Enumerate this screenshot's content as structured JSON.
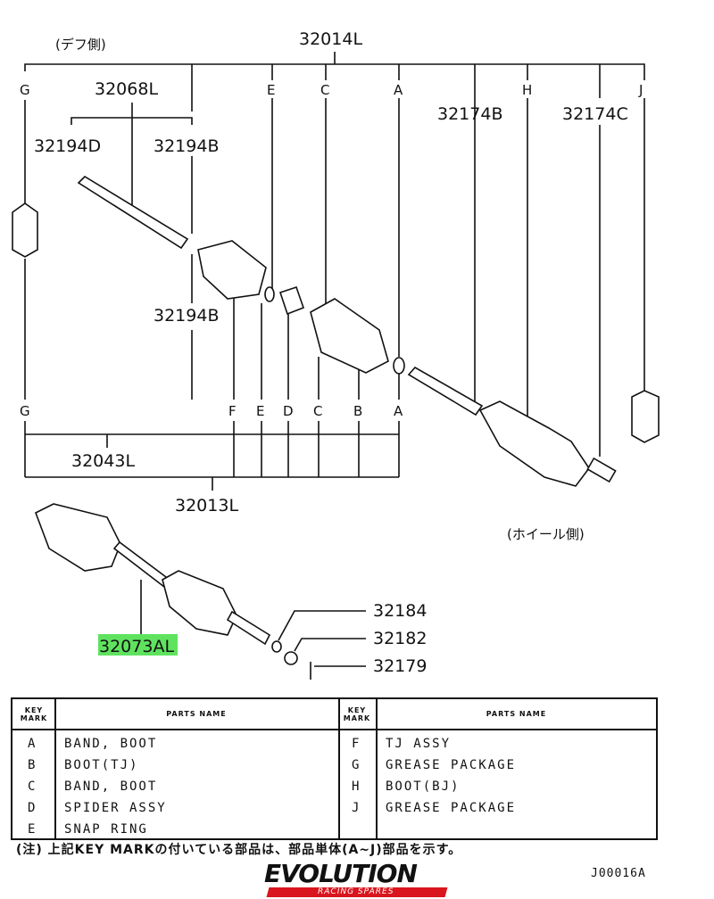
{
  "diagram": {
    "side_diff": "(デフ側)",
    "side_wheel": "(ホイール側)",
    "parts": {
      "p32014L": "32014L",
      "p32068L": "32068L",
      "p32194D": "32194D",
      "p32194B_top": "32194B",
      "p32194B_mid": "32194B",
      "p32174B": "32174B",
      "p32174C": "32174C",
      "p32043L": "32043L",
      "p32013L": "32013L",
      "p32073A": "32073A",
      "p32073A_suffix": "L",
      "p32184": "32184",
      "p32182": "32182",
      "p32179": "32179"
    },
    "top_keys": {
      "g": "G",
      "e": "E",
      "c": "C",
      "a": "A",
      "h": "H",
      "j": "J"
    },
    "bottom_keys": {
      "g": "G",
      "f": "F",
      "e": "E",
      "d": "D",
      "c": "C",
      "b": "B",
      "a": "A"
    },
    "highlight_color": "#5fe35f"
  },
  "table": {
    "header_key": "KEY MARK",
    "header_name": "PARTS NAME",
    "left": [
      {
        "key": "A",
        "name": "BAND, BOOT"
      },
      {
        "key": "B",
        "name": "BOOT(TJ)"
      },
      {
        "key": "C",
        "name": "BAND, BOOT"
      },
      {
        "key": "D",
        "name": "SPIDER ASSY"
      },
      {
        "key": "E",
        "name": "SNAP RING"
      }
    ],
    "right": [
      {
        "key": "F",
        "name": "TJ ASSY"
      },
      {
        "key": "G",
        "name": "GREASE PACKAGE"
      },
      {
        "key": "H",
        "name": "BOOT(BJ)"
      },
      {
        "key": "J",
        "name": "GREASE PACKAGE"
      }
    ]
  },
  "footnote": "(注) 上記KEY MARKの付いている部品は、部品単体(A~J)部品を示す。",
  "drawing_code": "J00016A",
  "logo": {
    "title": "EVOLUTION",
    "subtitle": "RACING SPARES",
    "color": "#d9161e"
  }
}
